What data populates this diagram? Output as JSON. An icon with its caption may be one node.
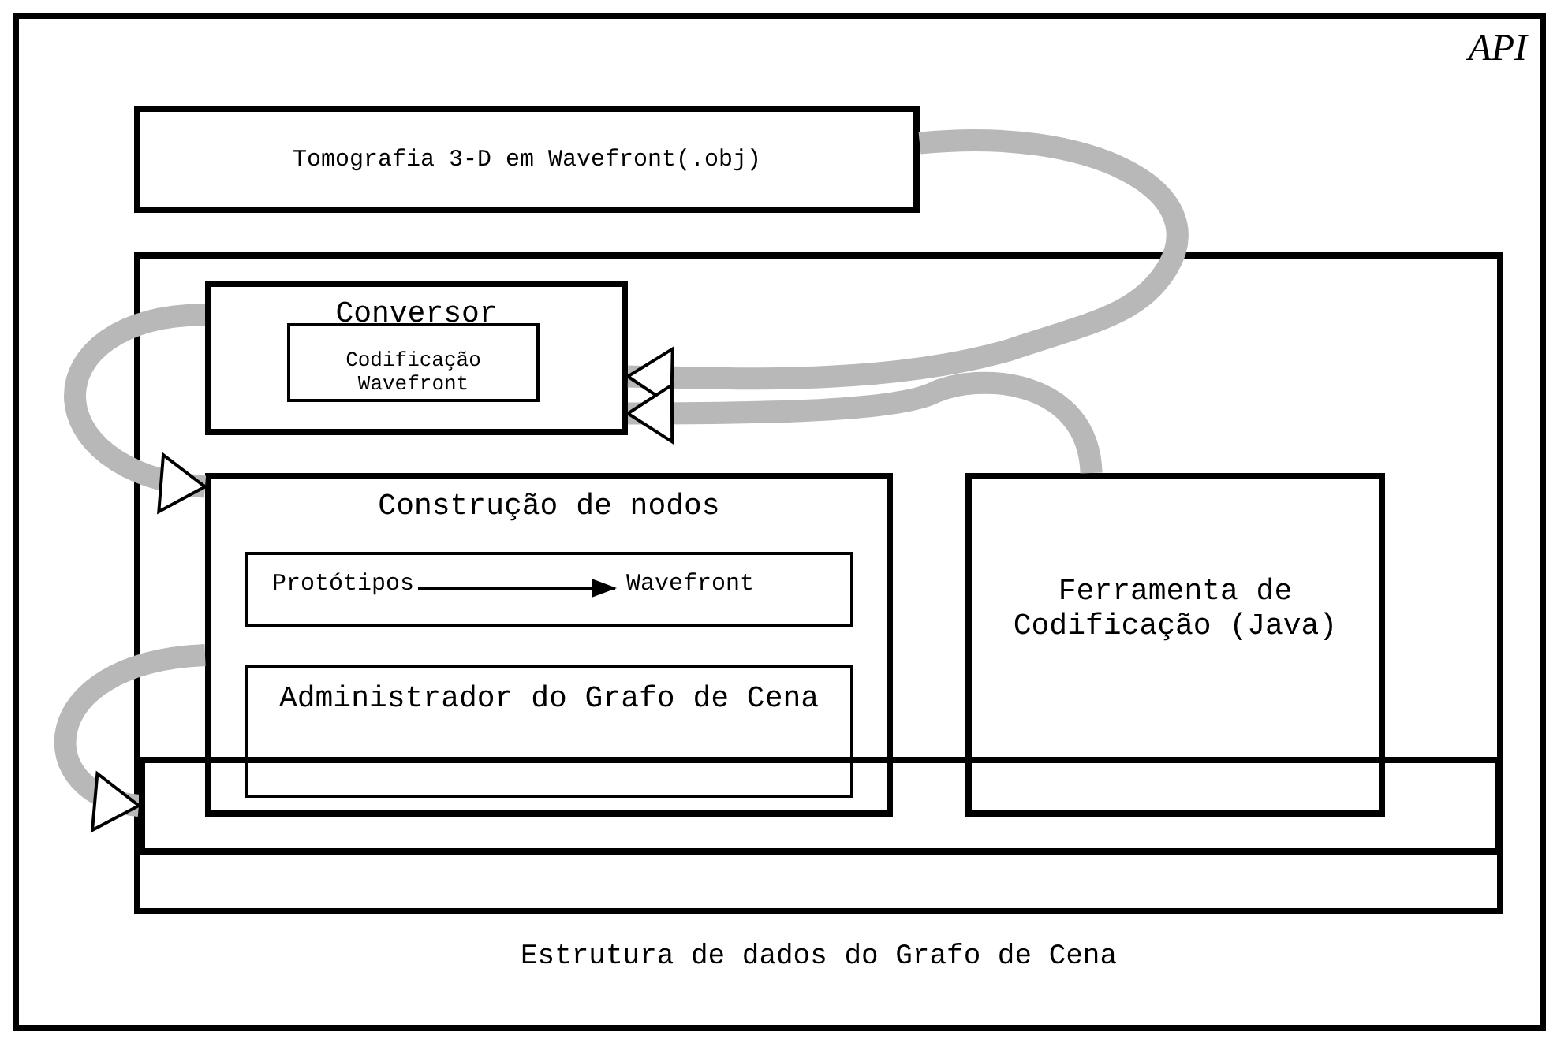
{
  "diagram": {
    "nodes": [
      {
        "text": [
          "API"
        ]
      },
      {
        "text": [
          "Tomografia 3-D em Wavefront(.obj)"
        ],
        "in": 0
      },
      {
        "text": [
          "Estrutura de dados do Grafo de Cena"
        ],
        "in": 0
      },
      {
        "text": [
          "Conversor"
        ],
        "in": 2
      },
      {
        "text": [
          "Codificação Wavefront"
        ],
        "in": 3
      },
      {
        "text": [
          "Construção de nodos"
        ],
        "in": 2
      },
      {
        "text": [],
        "shape": "box",
        "in": 5
      },
      {
        "text": [
          "Protótipos"
        ],
        "in": 6
      },
      {
        "text": [
          "Wavefront"
        ],
        "in": 6
      },
      {
        "text": [
          "Administrador do Grafo de Cena"
        ],
        "in": 5
      },
      {
        "text": [
          "Ferramenta de Codificação (Java)"
        ],
        "in": 2
      },
      {
        "text": [],
        "shape": "bar",
        "in": 2
      }
    ],
    "edges": [
      {
        "from": 1,
        "to": 3,
        "arrow": "to"
      },
      {
        "from": 3,
        "to": 5,
        "arrow": "to"
      },
      {
        "from": 5,
        "to": 11,
        "arrow": "to"
      },
      {
        "from": 7,
        "to": 8,
        "arrow": "to",
        "color": "#000000"
      },
      {
        "from": 10,
        "to": 3,
        "arrow": "to"
      }
    ]
  }
}
